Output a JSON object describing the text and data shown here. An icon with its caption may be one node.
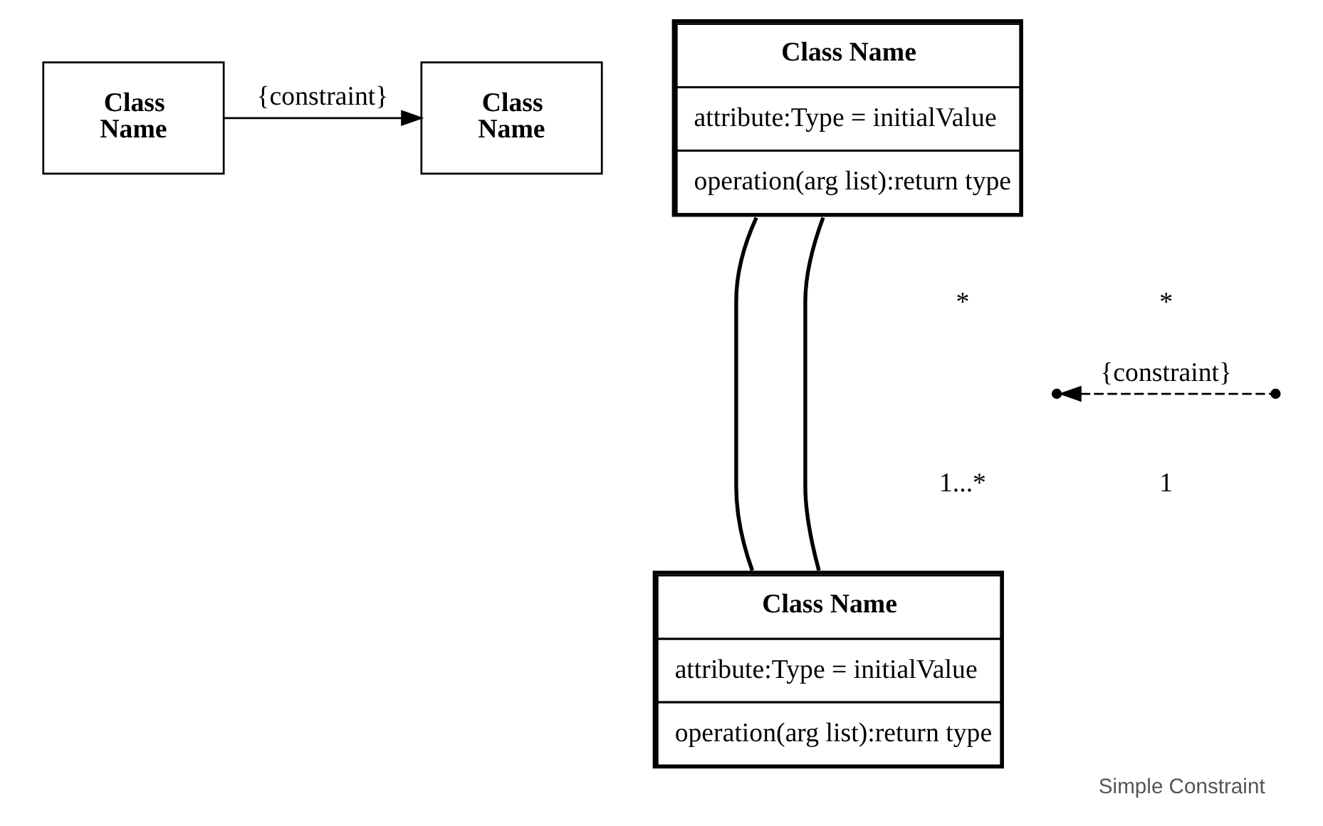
{
  "diagram": {
    "caption": "Simple Constraint",
    "nodes": [
      {
        "text": [
          "Class Name"
        ]
      },
      {
        "text": [
          "Class Name"
        ]
      },
      {
        "text": [
          "Class Name",
          "attribute:Type = initialValue",
          "operation(arg list):return type"
        ]
      },
      {
        "text": [
          "Class Name",
          "attribute:Type = initialValue",
          "operation(arg list):return type"
        ]
      },
      {
        "text": [],
        "shape": "point"
      },
      {
        "text": [],
        "shape": "point"
      }
    ],
    "edges": [
      {
        "from": 0,
        "to": 1,
        "arrow": "to",
        "label": "{constraint}"
      },
      {
        "from": 2,
        "to": 3,
        "arrow": "none"
      },
      {
        "from": 2,
        "to": 3,
        "arrow": "none"
      },
      {
        "from": 5,
        "to": 4,
        "arrow": "to",
        "style": "dashed",
        "label": "{constraint}"
      }
    ],
    "labels": [
      "*",
      "*",
      "1...*",
      "1"
    ]
  }
}
